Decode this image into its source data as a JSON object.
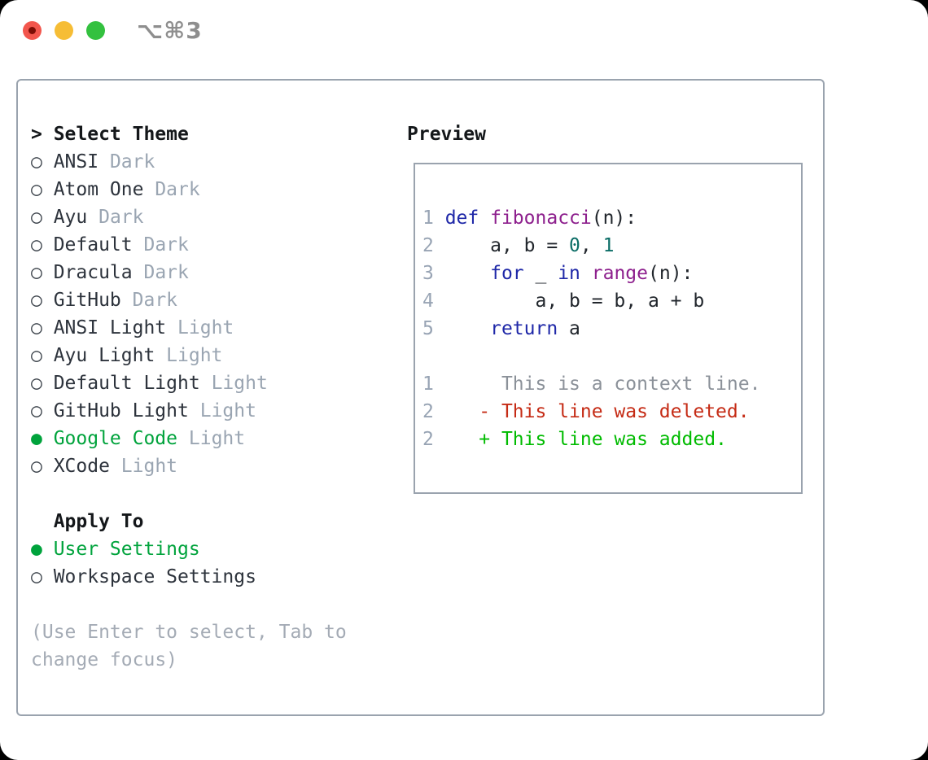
{
  "window": {
    "title": "⌥⌘3"
  },
  "colors": {
    "panel_border": "#9aa3ae",
    "selected_green": "#00a33c",
    "keyword_blue": "#1f28a8",
    "function_purple": "#8d1f8d",
    "number_teal": "#0b6d66",
    "deleted_red": "#c52b15",
    "added_green": "#00bb00",
    "muted_gray": "#9aa5b2",
    "traffic_red": "#f2564d",
    "traffic_yellow": "#f6bd35",
    "traffic_green": "#33c13f"
  },
  "theme_list": {
    "header_prefix": ">",
    "header": "Select Theme",
    "items": [
      {
        "bullet": "○",
        "name": "ANSI",
        "variant": "Dark",
        "selected": false
      },
      {
        "bullet": "○",
        "name": "Atom One",
        "variant": "Dark",
        "selected": false
      },
      {
        "bullet": "○",
        "name": "Ayu",
        "variant": "Dark",
        "selected": false
      },
      {
        "bullet": "○",
        "name": "Default",
        "variant": "Dark",
        "selected": false
      },
      {
        "bullet": "○",
        "name": "Dracula",
        "variant": "Dark",
        "selected": false
      },
      {
        "bullet": "○",
        "name": "GitHub",
        "variant": "Dark",
        "selected": false
      },
      {
        "bullet": "○",
        "name": "ANSI Light",
        "variant": "Light",
        "selected": false
      },
      {
        "bullet": "○",
        "name": "Ayu Light",
        "variant": "Light",
        "selected": false
      },
      {
        "bullet": "○",
        "name": "Default Light",
        "variant": "Light",
        "selected": false
      },
      {
        "bullet": "○",
        "name": "GitHub Light",
        "variant": "Light",
        "selected": false
      },
      {
        "bullet": "●",
        "name": "Google Code",
        "variant": "Light",
        "selected": true
      },
      {
        "bullet": "○",
        "name": "XCode",
        "variant": "Light",
        "selected": false
      }
    ]
  },
  "apply_to": {
    "header": "Apply To",
    "items": [
      {
        "bullet": "●",
        "name": "User Settings",
        "selected": true
      },
      {
        "bullet": "○",
        "name": "Workspace Settings",
        "selected": false
      }
    ]
  },
  "help_text": "(Use Enter to select, Tab to change focus)",
  "preview": {
    "title": "Preview",
    "code": {
      "l1": {
        "no": "1",
        "k": " def ",
        "fn": "fibonacci",
        "r": "(n):"
      },
      "l2": {
        "no": "2",
        "p": "     a, b = ",
        "n0": "0",
        "c": ", ",
        "n1": "1"
      },
      "l3": {
        "no": "3",
        "p": "     ",
        "k1": "for",
        "m": " _ ",
        "k2": "in",
        "s": " ",
        "fn": "range",
        "r": "(n):"
      },
      "l4": {
        "no": "4",
        "t": "         a, b = b, a + b"
      },
      "l5": {
        "no": "5",
        "p": "     ",
        "k": "return",
        "r": " a"
      }
    },
    "diff": {
      "context": {
        "no": "1",
        "pre": "      ",
        "text": "This is a context line."
      },
      "deleted": {
        "no": "2",
        "pre": "    ",
        "text": "- This line was deleted."
      },
      "added": {
        "no": "2",
        "pre": "    ",
        "text": "+ This line was added."
      }
    }
  }
}
